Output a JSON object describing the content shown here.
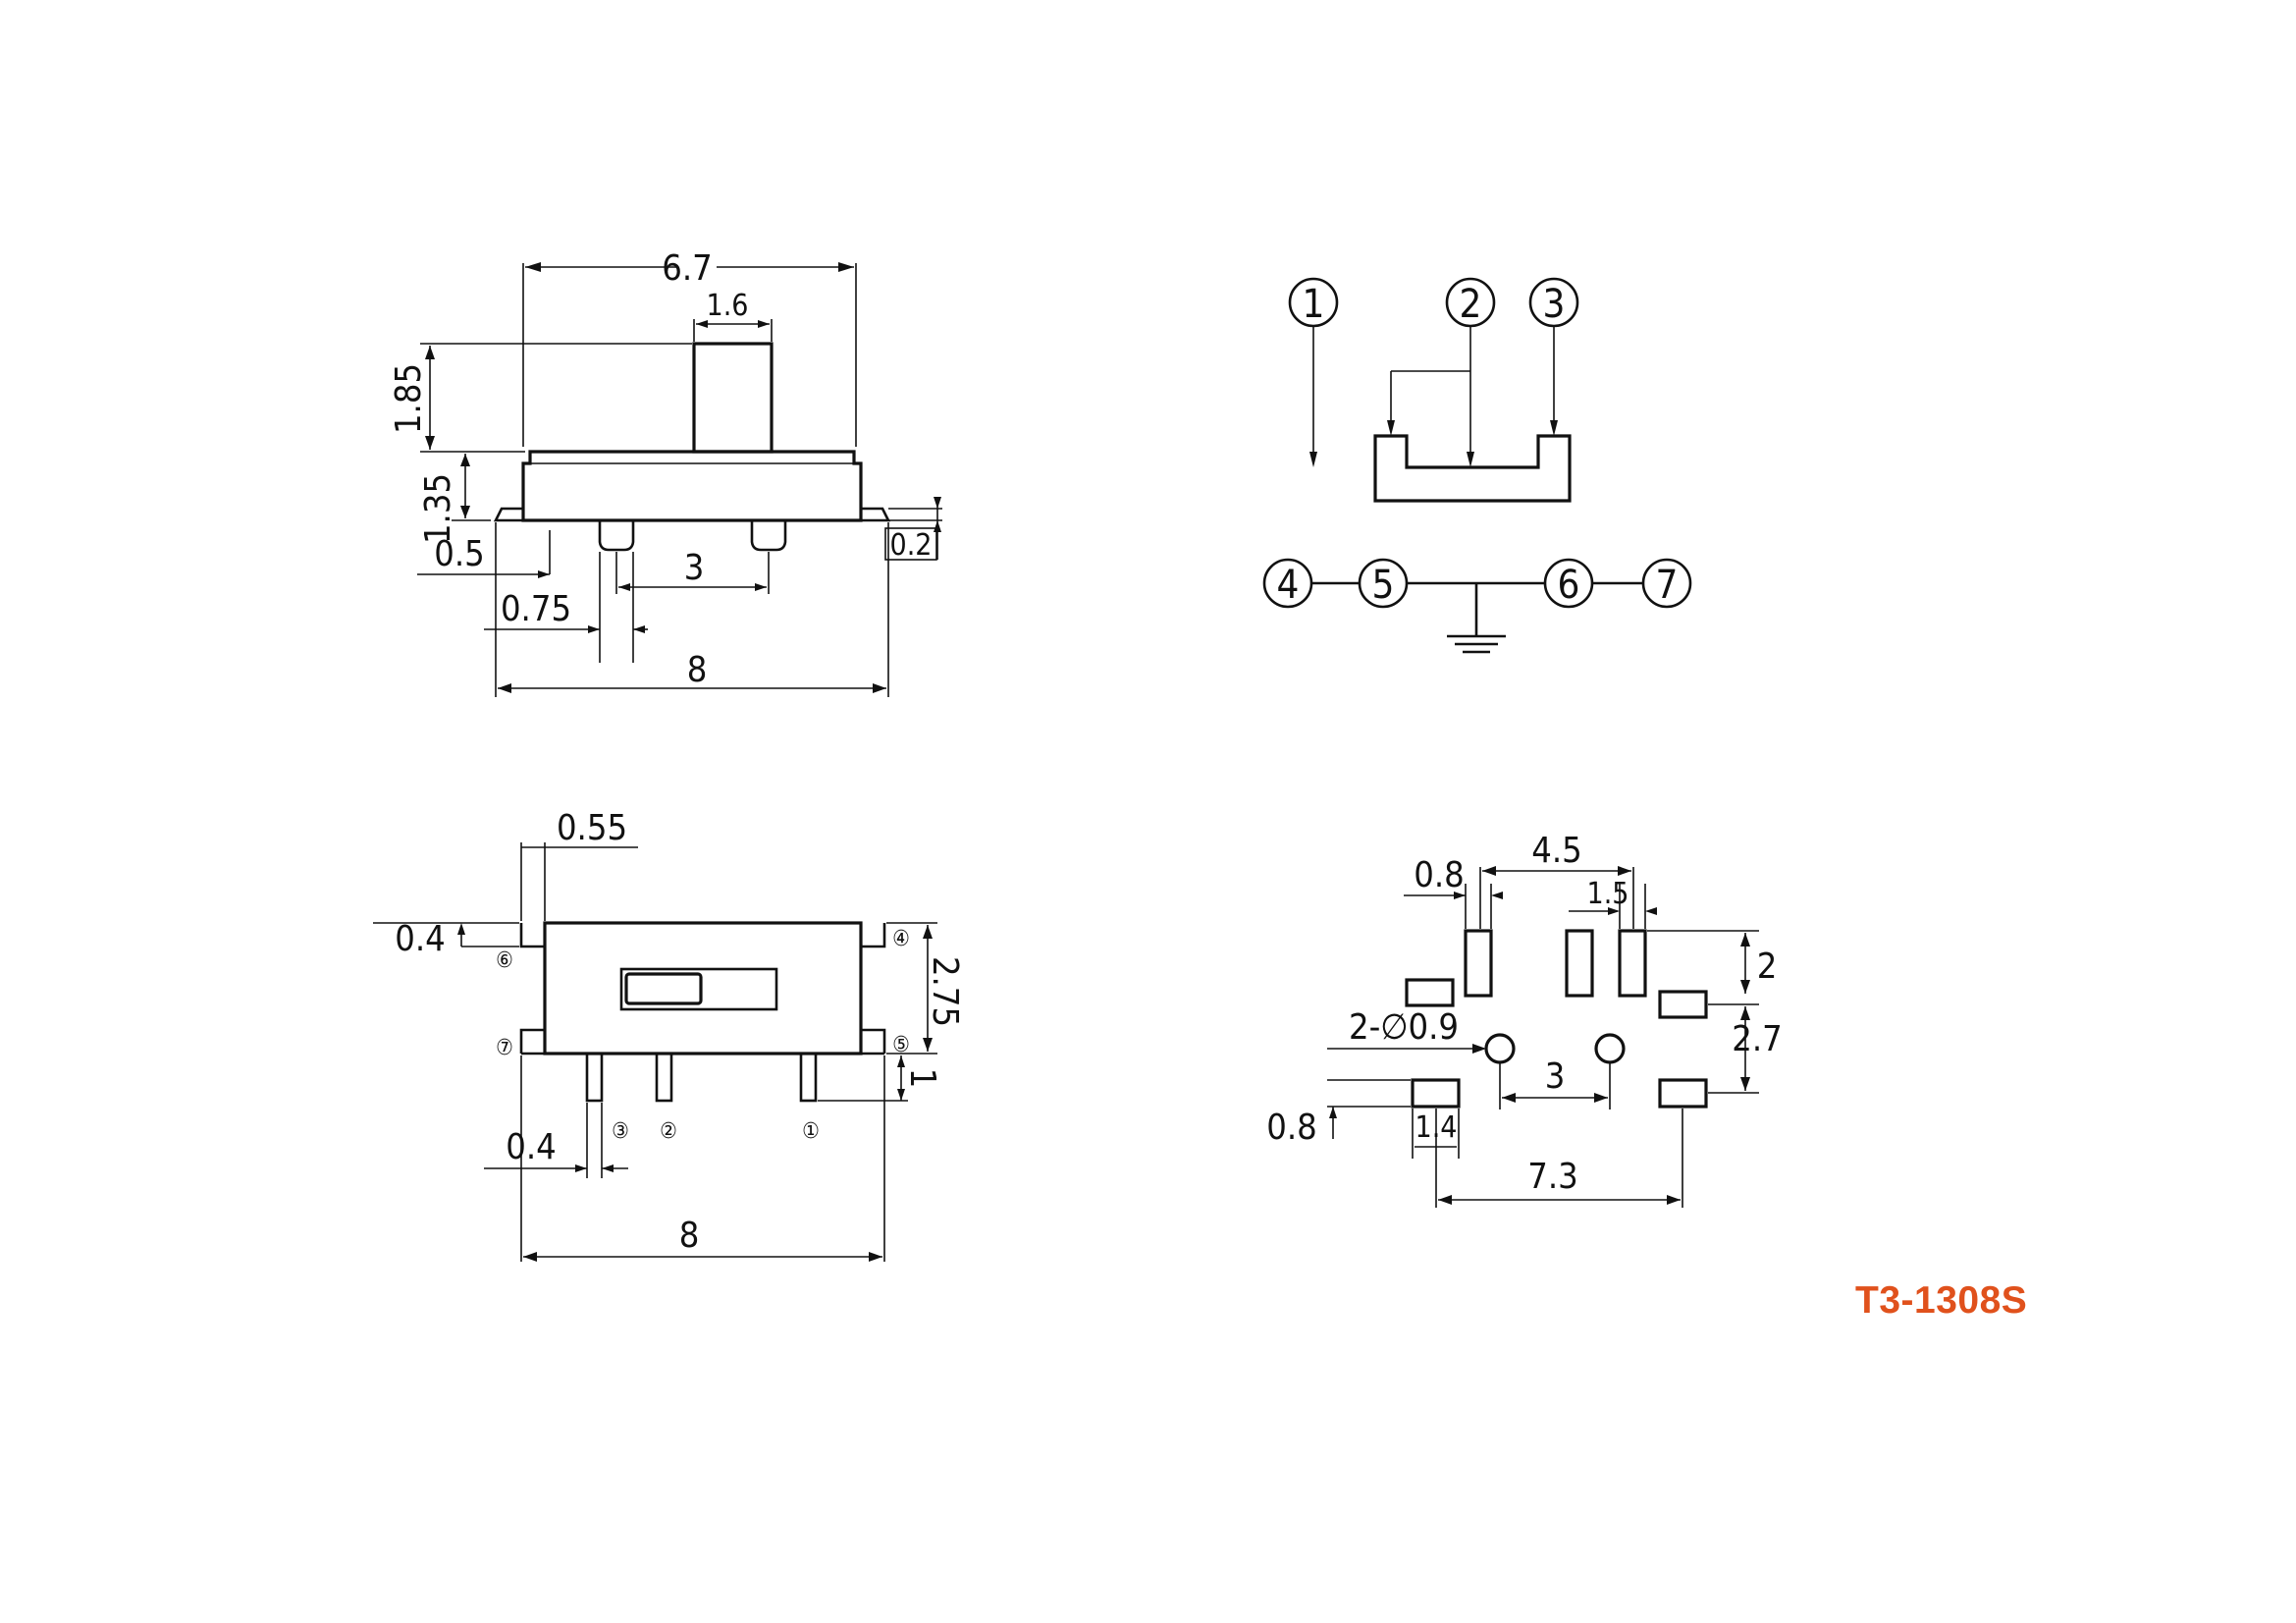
{
  "part_number": "T3-1308S",
  "colors": {
    "line": "#111111",
    "part_number": "#e0511c",
    "background": "#ffffff"
  },
  "front_view": {
    "dims": {
      "width_top": "6.7",
      "knob_width": "1.6",
      "knob_height": "1.85",
      "body_height": "1.35",
      "leg_offset": "0.5",
      "pin_pitch": "3",
      "pin_width": "0.75",
      "overall_width": "8",
      "tab_height": "0.2"
    }
  },
  "top_view": {
    "dims": {
      "tab_width": "0.55",
      "tab_height": "0.4",
      "body_depth": "2.75",
      "pin_length": "1",
      "pin_width": "0.4",
      "overall_width": "8"
    },
    "pins": [
      "⑥",
      "⑦",
      "④",
      "⑤",
      "③",
      "②",
      "①"
    ]
  },
  "schematic": {
    "terminals_top": [
      "1",
      "2",
      "3"
    ],
    "terminals_bottom": [
      "4",
      "5",
      "6",
      "7"
    ]
  },
  "pcb_footprint": {
    "dims": {
      "pad_span": "4.5",
      "pad_width": "0.8",
      "pad_pitch": "1.5",
      "pad_length": "2",
      "hole_label": "2-∅0.9",
      "hole_spacing": "3",
      "row_spacing": "2.7",
      "tab_pad_height": "0.8",
      "tab_pad_width": "1.4",
      "tab_span": "7.3"
    }
  }
}
